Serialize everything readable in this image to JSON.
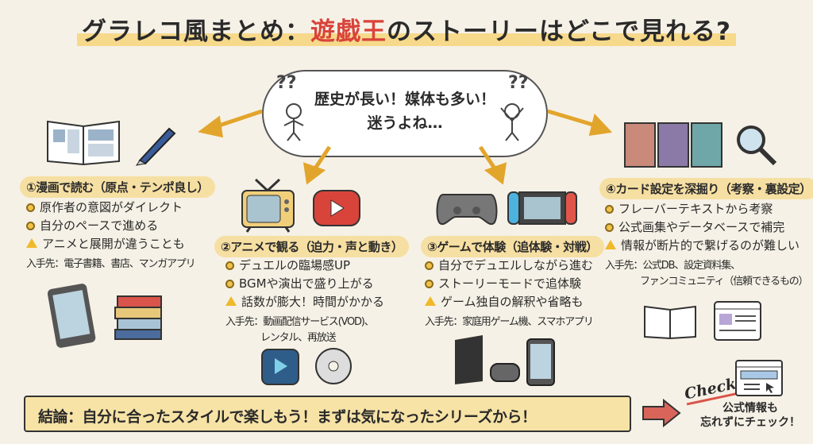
{
  "title": {
    "prefix": "グラレコ風まとめ：",
    "highlight": "遊戯王",
    "suffix": "のストーリーはどこで見れる?"
  },
  "cloud": {
    "line1": "歴史が長い！媒体も多い！",
    "line2": "迷うよね…",
    "q": "??"
  },
  "sections": [
    {
      "heading": "①漫画で読む（原点・テンポ良し）",
      "pros": [
        "原作者の意図がダイレクト",
        "自分のペースで進める"
      ],
      "con": "アニメと展開が違うことも",
      "source_label": "入手先：",
      "source": [
        "電子書籍、書店、マンガアプリ"
      ]
    },
    {
      "heading": "②アニメで観る（迫力・声と動き）",
      "pros": [
        "デュエルの臨場感UP",
        "BGMや演出で盛り上がる"
      ],
      "con": "話数が膨大！時間がかかる",
      "source_label": "入手先：",
      "source": [
        "動画配信サービス(VOD)、",
        "レンタル、再放送"
      ]
    },
    {
      "heading": "③ゲームで体験（追体験・対戦）",
      "pros": [
        "自分でデュエルしながら進む",
        "ストーリーモードで追体験"
      ],
      "con": "ゲーム独自の解釈や省略も",
      "source_label": "入手先：",
      "source": [
        "家庭用ゲーム機、スマホアプリ"
      ]
    },
    {
      "heading": "④カード設定を深掘り（考察・裏設定）",
      "pros": [
        "フレーバーテキストから考察",
        "公式画集やデータベースで補完"
      ],
      "con": "情報が断片的で繋げるのが難しい",
      "source_label": "入手先：",
      "source": [
        "公式DB、設定資料集、",
        "ファンコミュニティ（信頼できるもの）"
      ]
    }
  ],
  "conclusion": "結論：自分に合ったスタイルで楽しもう！まずは気になったシリーズから！",
  "check": {
    "badge": "Check!",
    "line1": "公式情報も",
    "line2": "忘れずにチェック！"
  },
  "colors": {
    "accent_red": "#d9433a",
    "highlight_yellow": "#f6dfa2",
    "arrow_orange": "#e2a52c",
    "background": "#f6f1e6"
  }
}
